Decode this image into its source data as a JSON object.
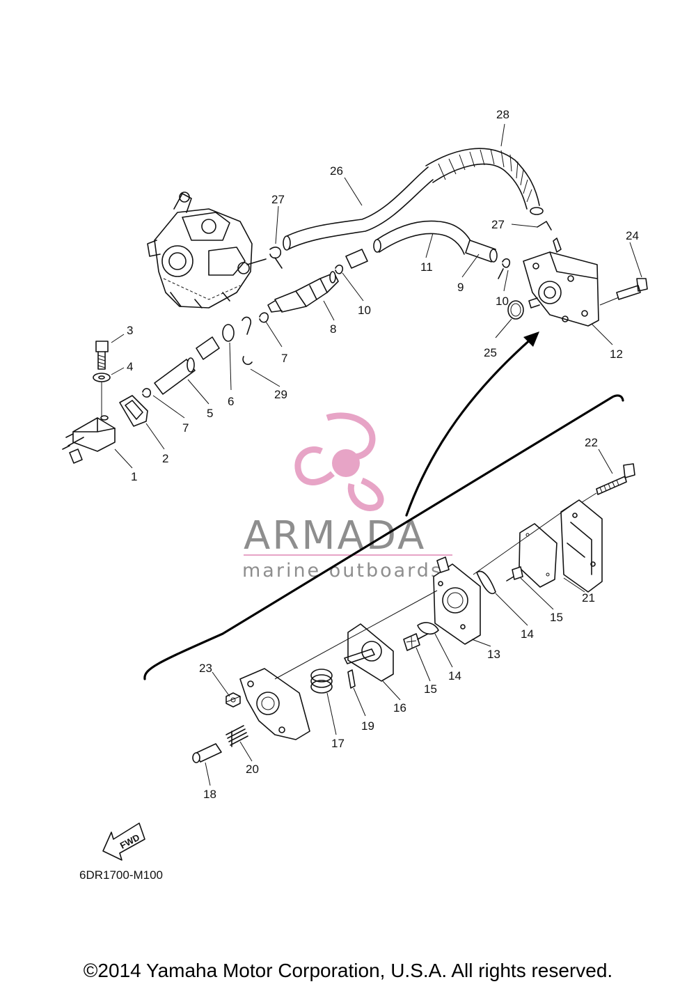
{
  "diagram_code": "6DR1700-M100",
  "fwd_label": "FWD",
  "watermark": {
    "name": "ARMADA",
    "tagline": "marine outboards",
    "accent": "#e7a4c6",
    "text_color": "#8e8e8e"
  },
  "copyright": "©2014 Yamaha Motor Corporation, U.S.A. All rights reserved.",
  "callouts": [
    "1",
    "2",
    "3",
    "4",
    "5",
    "6",
    "7",
    "7",
    "8",
    "9",
    "10",
    "10",
    "11",
    "12",
    "13",
    "14",
    "14",
    "15",
    "15",
    "16",
    "17",
    "18",
    "19",
    "20",
    "21",
    "22",
    "23",
    "24",
    "25",
    "26",
    "27",
    "27",
    "28",
    "29"
  ]
}
